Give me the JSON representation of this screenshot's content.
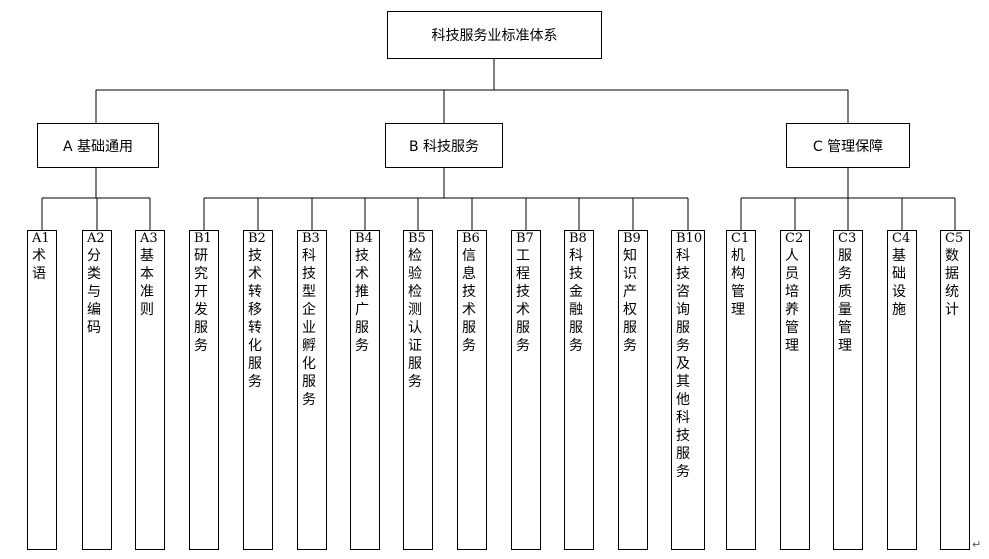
{
  "root": {
    "label": "科技服务业标准体系"
  },
  "branches": [
    {
      "label": "A 基础通用",
      "children": [
        {
          "code": "A1",
          "label": "术语"
        },
        {
          "code": "A2",
          "label": "分类与编码"
        },
        {
          "code": "A3",
          "label": "基本准则"
        }
      ]
    },
    {
      "label": "B 科技服务",
      "children": [
        {
          "code": "B1",
          "label": "研究开发服务"
        },
        {
          "code": "B2",
          "label": "技术转移转化服务"
        },
        {
          "code": "B3",
          "label": "科技型企业孵化服务"
        },
        {
          "code": "B4",
          "label": "技术推广服务"
        },
        {
          "code": "B5",
          "label": "检验检测认证服务"
        },
        {
          "code": "B6",
          "label": "信息技术服务"
        },
        {
          "code": "B7",
          "label": "工程技术服务"
        },
        {
          "code": "B8",
          "label": "科技金融服务"
        },
        {
          "code": "B9",
          "label": "知识产权服务"
        },
        {
          "code": "B10",
          "label": "科技咨询服务及其他科技服务"
        }
      ]
    },
    {
      "label": "C 管理保障",
      "children": [
        {
          "code": "C1",
          "label": "机构管理"
        },
        {
          "code": "C2",
          "label": "人员培养管理"
        },
        {
          "code": "C3",
          "label": "服务质量管理"
        },
        {
          "code": "C4",
          "label": "基础设施"
        },
        {
          "code": "C5",
          "label": "数据统计"
        }
      ]
    }
  ],
  "footer": {
    "mark": "↵"
  }
}
